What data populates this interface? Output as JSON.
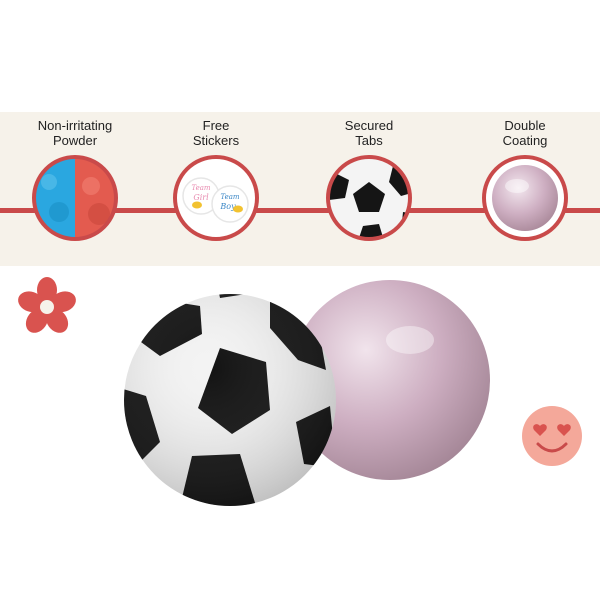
{
  "features": [
    {
      "label": "Non-irritating\nPowder",
      "icon": "powder-swatch"
    },
    {
      "label": "Free\nStickers",
      "icon": "sticker-pair"
    },
    {
      "label": "Secured\nTabs",
      "icon": "soccer-ball-closeup"
    },
    {
      "label": "Double\nCoating",
      "icon": "pearl-ball-closeup"
    }
  ],
  "stickers": {
    "line1": "Team",
    "left": "Girl",
    "right": "Boy"
  },
  "colors": {
    "accent": "#c94a4a",
    "band": "#f6f2ea",
    "blue": "#2aa7e0",
    "pink_powder": "#e35b4f",
    "pearl": "#c9a8bd"
  },
  "decor": [
    "flower-icon",
    "heart-eyes-smiley-icon"
  ]
}
